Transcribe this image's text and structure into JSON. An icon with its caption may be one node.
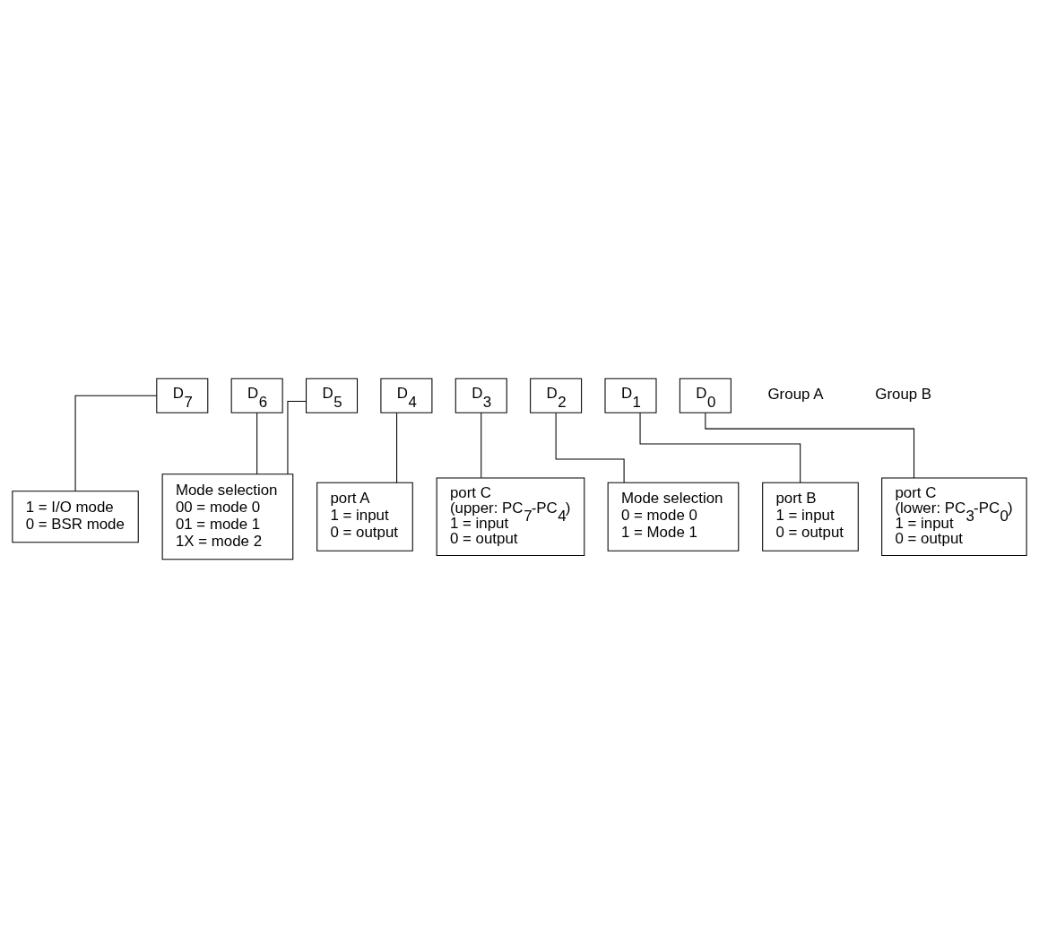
{
  "diagram": {
    "nodes": [
      {
        "text": [
          "D$_{7}$"
        ]
      },
      {
        "text": [
          "D$_{6}$"
        ]
      },
      {
        "text": [
          "D$_{5}$"
        ]
      },
      {
        "text": [
          "D$_{4}$"
        ]
      },
      {
        "text": [
          "D$_{3}$"
        ]
      },
      {
        "text": [
          "D$_{2}$"
        ]
      },
      {
        "text": [
          "D$_{1}$"
        ]
      },
      {
        "text": [
          "D$_{0}$"
        ]
      },
      {
        "text": [
          "port C",
          "(upper: PC$_{7}$-PC$_{4}$)",
          "1 = input",
          "0 = output"
        ]
      },
      {
        "text": [
          "port C",
          "(lower: PC$_{3}$-PC$_{0}$)",
          "1 = input",
          "0 = output"
        ]
      },
      {
        "text": [
          "port A",
          "1 = input",
          "0 = output"
        ]
      },
      {
        "text": [
          "port B",
          "1 = input",
          "0 = output"
        ]
      },
      {
        "text": [
          "Mode selection",
          "00 = mode 0",
          "01 = mode 1",
          "1X = mode 2"
        ]
      },
      {
        "text": [
          "Mode selection",
          "0 = mode 0",
          "1 = Mode 1"
        ]
      },
      {
        "text": [
          "1 = I/O mode",
          "0 = BSR mode"
        ]
      }
    ],
    "edges": [
      {
        "from": 0,
        "to": 14,
        "arrow": "none"
      },
      {
        "from": 1,
        "to": 12,
        "arrow": "none"
      },
      {
        "from": 2,
        "to": 12,
        "arrow": "none"
      },
      {
        "from": 3,
        "to": 10,
        "arrow": "none"
      },
      {
        "from": 4,
        "to": 8,
        "arrow": "none"
      },
      {
        "from": 5,
        "to": 13,
        "arrow": "none"
      },
      {
        "from": 6,
        "to": 11,
        "arrow": "none"
      },
      {
        "from": 7,
        "to": 9,
        "arrow": "none"
      }
    ],
    "labels": [
      "Group A",
      "Group B"
    ]
  }
}
